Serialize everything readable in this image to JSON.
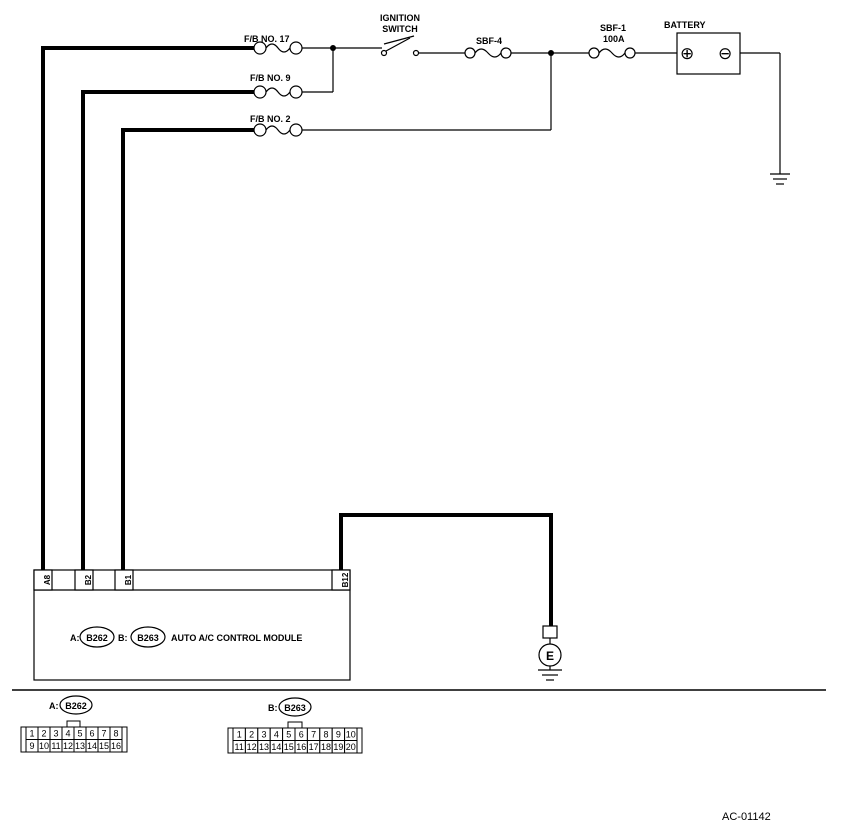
{
  "fuses": {
    "fb17": "F/B NO. 17",
    "fb9": "F/B NO. 9",
    "fb2": "F/B NO. 2",
    "sbf4": "SBF-4",
    "sbf1": "SBF-1",
    "sbf1_rating": "100A"
  },
  "ignition_switch": {
    "line1": "IGNITION",
    "line2": "SWITCH"
  },
  "battery": {
    "label": "BATTERY",
    "positive": "⊕",
    "negative": "⊖"
  },
  "module": {
    "pins": [
      "A8",
      "B2",
      "B1",
      "B12"
    ],
    "prefix_a": "A:",
    "connector_a": "B262",
    "prefix_b": "B:",
    "connector_b": "B263",
    "name": "AUTO A/C CONTROL MODULE"
  },
  "ground_symbol": "E",
  "connector_a_view": {
    "prefix": "A:",
    "id": "B262",
    "row1": [
      "1",
      "2",
      "3",
      "4",
      "5",
      "6",
      "7",
      "8"
    ],
    "row2": [
      "9",
      "10",
      "11",
      "12",
      "13",
      "14",
      "15",
      "16"
    ]
  },
  "connector_b_view": {
    "prefix": "B:",
    "id": "B263",
    "row1": [
      "1",
      "2",
      "3",
      "4",
      "5",
      "6",
      "7",
      "8",
      "9",
      "10"
    ],
    "row2": [
      "11",
      "12",
      "13",
      "14",
      "15",
      "16",
      "17",
      "18",
      "19",
      "20"
    ]
  },
  "figure_id": "AC-01142"
}
